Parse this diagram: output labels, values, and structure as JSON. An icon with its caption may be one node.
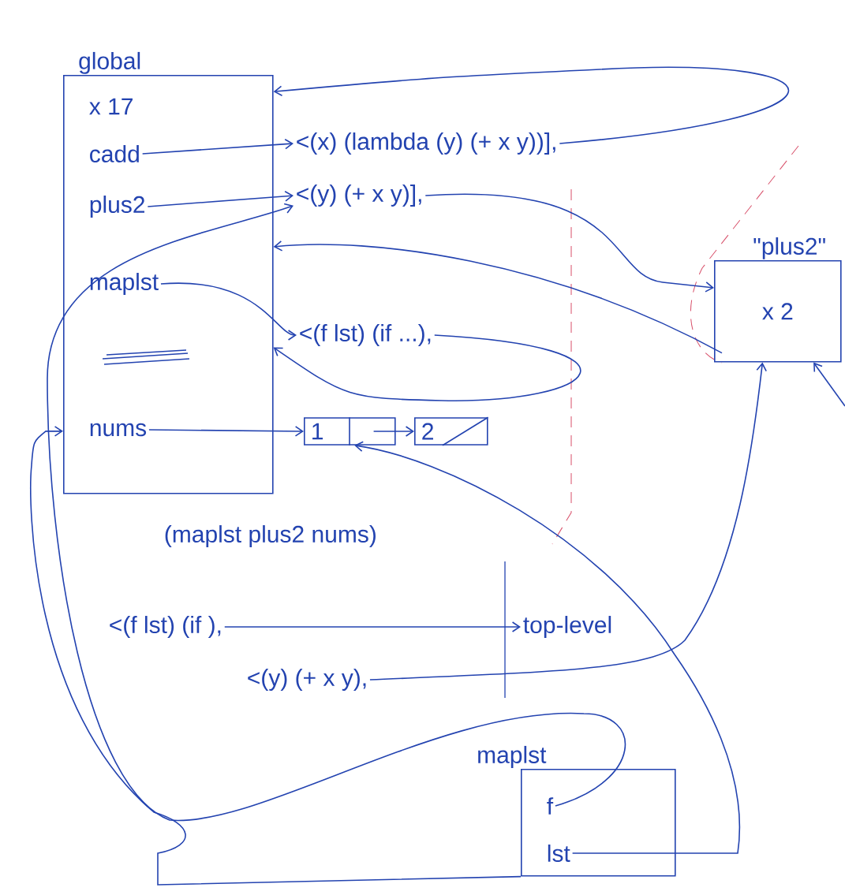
{
  "diagram": {
    "nodes": [
      {
        "text": [
          "global"
        ]
      },
      {
        "text": [
          "x 17"
        ],
        "in": 0
      },
      {
        "text": [
          "cadd"
        ],
        "in": 0
      },
      {
        "text": [
          "plus2"
        ],
        "in": 0
      },
      {
        "text": [
          "maplst"
        ],
        "in": 0
      },
      {
        "text": [
          "nums"
        ],
        "in": 0
      },
      {
        "text": [
          "<(x) (lambda (y) (+ x y))],"
        ]
      },
      {
        "text": [
          "<(y) (+ x y)],"
        ]
      },
      {
        "text": [
          "<(f lst) (if ...),"
        ]
      },
      {
        "text": [
          "1"
        ]
      },
      {
        "text": [
          "2"
        ]
      },
      {
        "text": [
          "\"plus2\"",
          "x 2"
        ]
      },
      {
        "text": [
          "(maplst plus2 nums)"
        ]
      },
      {
        "text": [
          "<(f lst) (if ),"
        ]
      },
      {
        "text": [
          "top-level"
        ]
      },
      {
        "text": [
          "<(y) (+ x y),"
        ]
      },
      {
        "text": [
          "maplst"
        ]
      },
      {
        "text": [
          "f"
        ],
        "in": 16
      },
      {
        "text": [
          "lst"
        ],
        "in": 16
      }
    ],
    "edges": [
      {
        "from": 2,
        "to": 6,
        "arrow": "to"
      },
      {
        "from": 6,
        "to": 0,
        "arrow": "to"
      },
      {
        "from": 3,
        "to": 7,
        "arrow": "to"
      },
      {
        "from": 7,
        "to": 11,
        "arrow": "to"
      },
      {
        "from": 11,
        "to": 0,
        "arrow": "to"
      },
      {
        "from": 4,
        "to": 8,
        "arrow": "to"
      },
      {
        "from": 8,
        "to": 0,
        "arrow": "to"
      },
      {
        "from": 5,
        "to": 9,
        "arrow": "to"
      },
      {
        "from": 9,
        "to": 10,
        "arrow": "to"
      },
      {
        "from": 18,
        "to": 9,
        "arrow": "to"
      },
      {
        "from": 15,
        "to": 11,
        "arrow": "to"
      },
      {
        "from": null,
        "to": 11,
        "arrow": "to"
      },
      {
        "from": 13,
        "to": 14,
        "arrow": "to"
      },
      {
        "from": 17,
        "to": 7,
        "arrow": "to"
      },
      {
        "from": 16,
        "to": 0,
        "arrow": "to"
      }
    ]
  }
}
